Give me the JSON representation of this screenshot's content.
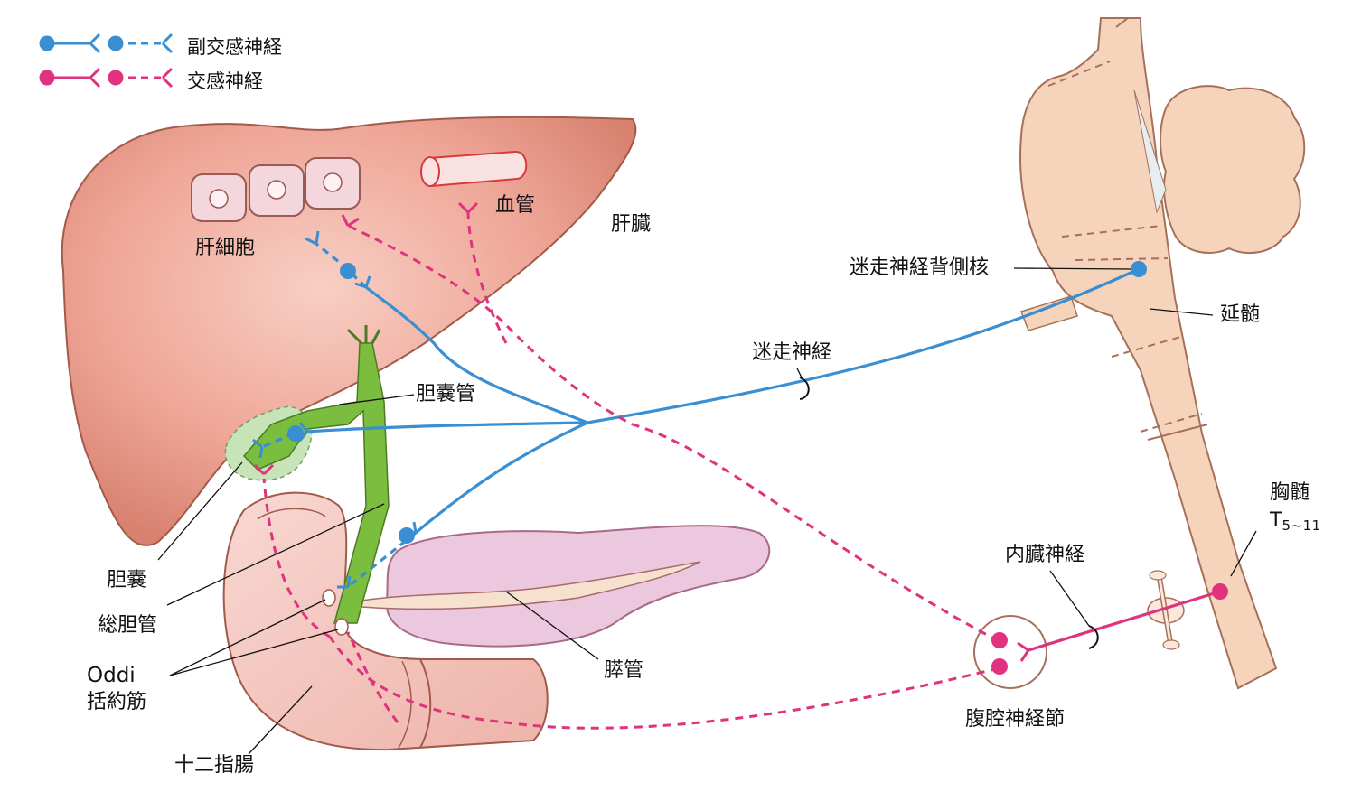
{
  "colors": {
    "parasympathetic": "#3a8fd3",
    "sympathetic": "#e0337f",
    "liver": "#e89a8c",
    "liver_stroke": "#a25a4a",
    "gallbladder": "#7bbd3f",
    "spine": "#f6d3bb",
    "spine_stroke": "#a6705a",
    "duodenum": "#f2c3bb",
    "pancreas": "#ecc8df"
  },
  "legend": {
    "parasympathetic": "副交感神経",
    "sympathetic": "交感神経"
  },
  "labels": {
    "hepatocyte": "肝細胞",
    "blood_vessel": "血管",
    "liver": "肝臓",
    "cystic_duct": "胆嚢管",
    "gallbladder": "胆嚢",
    "common_bile_duct": "総胆管",
    "oddi_line1": "Oddi",
    "oddi_line2": "括約筋",
    "duodenum": "十二指腸",
    "pancreatic_duct": "膵管",
    "vagus_nerve": "迷走神経",
    "dorsal_vagal_nucleus": "迷走神経背側核",
    "medulla": "延髄",
    "thoracic_cord": "胸髄",
    "thoracic_segment": "T",
    "thoracic_segment_sub": "5~11",
    "splanchnic_nerve": "内臓神経",
    "celiac_ganglion": "腹腔神経節"
  }
}
